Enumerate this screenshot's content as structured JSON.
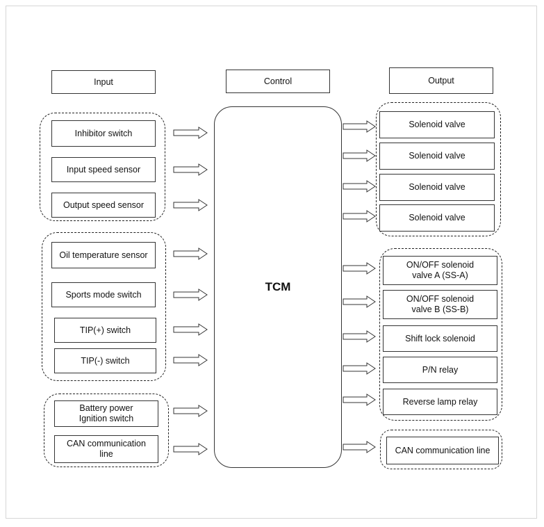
{
  "headers": {
    "input": "Input",
    "control": "Control",
    "output": "Output"
  },
  "tcm": "TCM",
  "inputs": [
    "Inhibitor switch",
    "Input speed sensor",
    "Output speed sensor",
    "Oil temperature sensor",
    "Sports mode switch",
    "TIP(+) switch",
    "TIP(-) switch",
    "Battery power\nIgnition switch",
    "CAN communication\nline"
  ],
  "outputs": [
    "Solenoid valve",
    "Solenoid valve",
    "Solenoid valve",
    "Solenoid valve",
    "ON/OFF solenoid\nvalve A (SS-A)",
    "ON/OFF solenoid\nvalve B (SS-B)",
    "Shift lock solenoid",
    "P/N relay",
    "Reverse lamp relay",
    "CAN communication line"
  ]
}
